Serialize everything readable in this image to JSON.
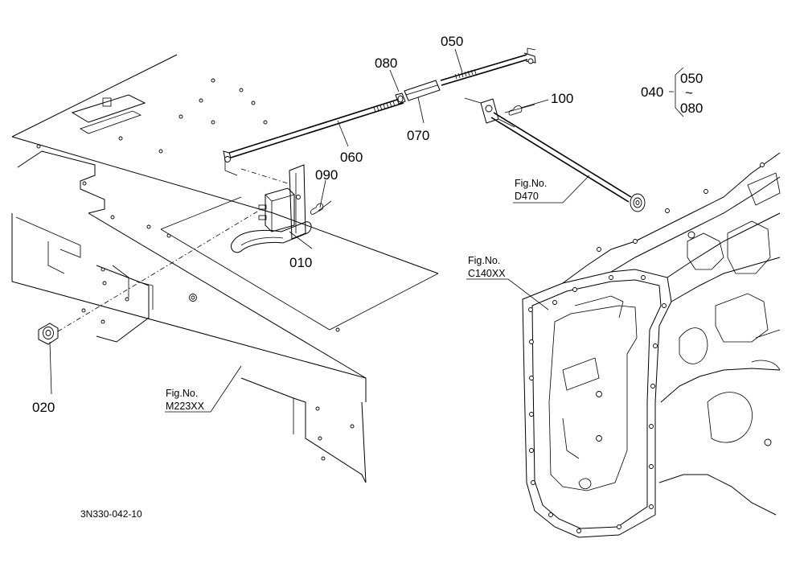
{
  "part_labels": {
    "p010": "010",
    "p020": "020",
    "p040": "040",
    "p050": "050",
    "p060": "060",
    "p070": "070",
    "p080": "080",
    "p090": "090",
    "p100": "100",
    "range_top": "050",
    "range_tilde": "~",
    "range_bottom": "080"
  },
  "figure_refs": {
    "m223_label": "Fig.No.",
    "m223_code": "M223XX",
    "d470_label": "Fig.No.",
    "d470_code": "D470",
    "c140_label": "Fig.No.",
    "c140_code": "C140XX"
  },
  "drawing_code": "3N330-042-10"
}
